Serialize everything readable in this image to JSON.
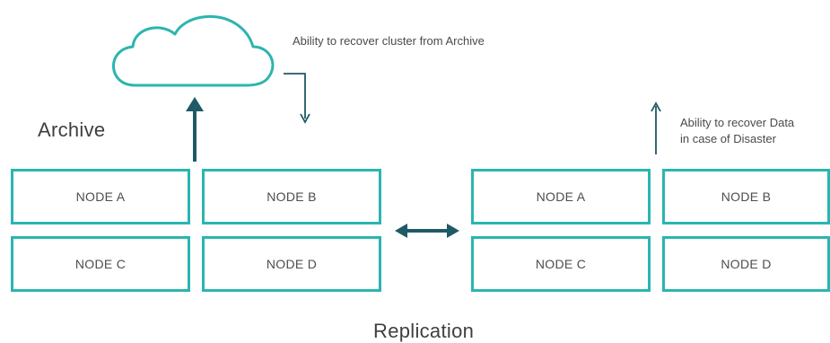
{
  "labels": {
    "archive": "Archive",
    "replication": "Replication",
    "cloud_note": "Ability to recover cluster from Archive",
    "dr_note_line1": "Ability to recover Data",
    "dr_note_line2": "in case of Disaster"
  },
  "left_cluster": {
    "node_a": "NODE A",
    "node_b": "NODE B",
    "node_c": "NODE C",
    "node_d": "NODE D"
  },
  "right_cluster": {
    "node_a": "NODE A",
    "node_b": "NODE B",
    "node_c": "NODE C",
    "node_d": "NODE D"
  },
  "colors": {
    "node_border": "#2bb5b0",
    "cloud_outline": "#2bb5b0",
    "arrow_dark": "#1f5a66",
    "text": "#4d4d4d"
  },
  "icons": {
    "cloud": "cloud-icon",
    "archive_arrow": "arrow-up-icon",
    "restore_arrow": "arrow-down-elbow-icon",
    "replication_arrow": "arrow-double-icon",
    "dr_arrow": "arrow-up-icon"
  }
}
